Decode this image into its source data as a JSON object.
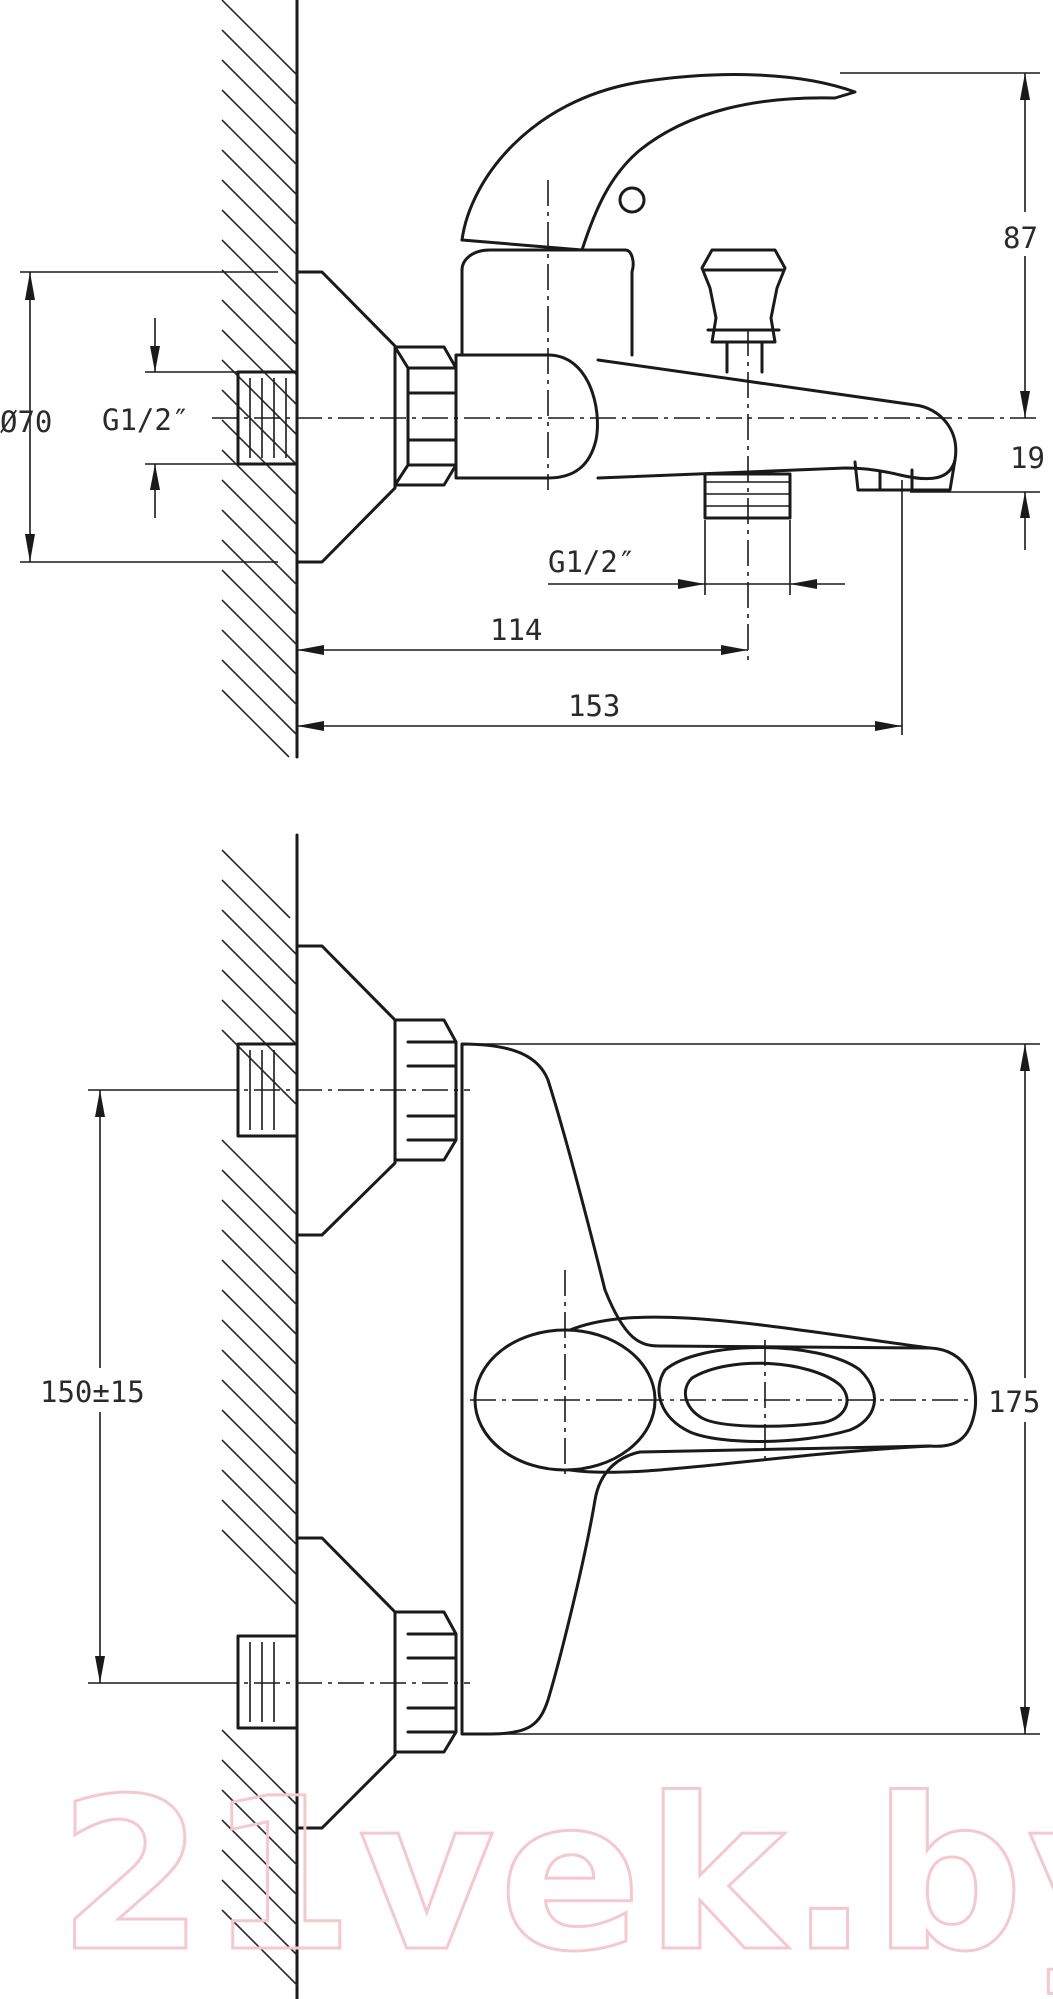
{
  "top_view": {
    "dim_diameter": "Ø70",
    "dim_inlet_thread": "G1/2″",
    "dim_outlet_thread": "G1/2″",
    "dim_spout_reach": "114",
    "dim_total_depth": "153",
    "dim_height": "87",
    "dim_spout_height": "19"
  },
  "front_view": {
    "dim_centers": "150±15",
    "dim_body_width": "175"
  },
  "watermark": "21vek.by",
  "colors": {
    "line": "#1a1a1a",
    "watermark": "#f4c8cf"
  }
}
